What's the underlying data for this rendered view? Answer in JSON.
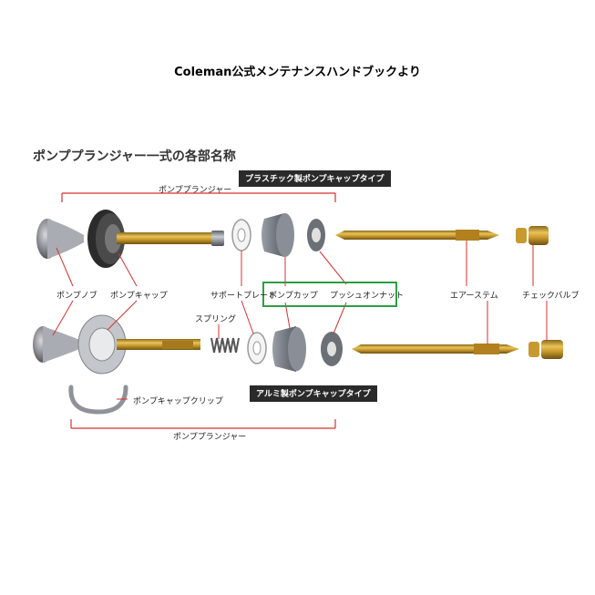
{
  "header": {
    "title": "Coleman公式メンテナンスハンドブックより"
  },
  "section": {
    "heading": "ポンププランジャー一式の各部名称"
  },
  "badges": {
    "plastic_type": "プラスチック製ポンプキャップタイプ",
    "aluminum_type": "アルミ製ポンプキャップタイプ"
  },
  "brackets": {
    "top": "ポンププランジャー",
    "bottom": "ポンププランジャー"
  },
  "labels": {
    "pump_knob": "ポンプノブ",
    "pump_cap": "ポンプキャップ",
    "support_plate": "サポートプレート",
    "spring": "スプリング",
    "pump_cup": "ポンプカップ",
    "push_on_nut": "プッシュオンナット",
    "air_stem": "エアーステム",
    "check_valve": "チェックバルブ",
    "pump_cap_clip": "ポンプキャップクリップ"
  },
  "colors": {
    "highlight_box": "#2e9e44",
    "leader_line": "#d9322e",
    "brass": "#c99a2e",
    "gray_part": "#7c8088"
  }
}
